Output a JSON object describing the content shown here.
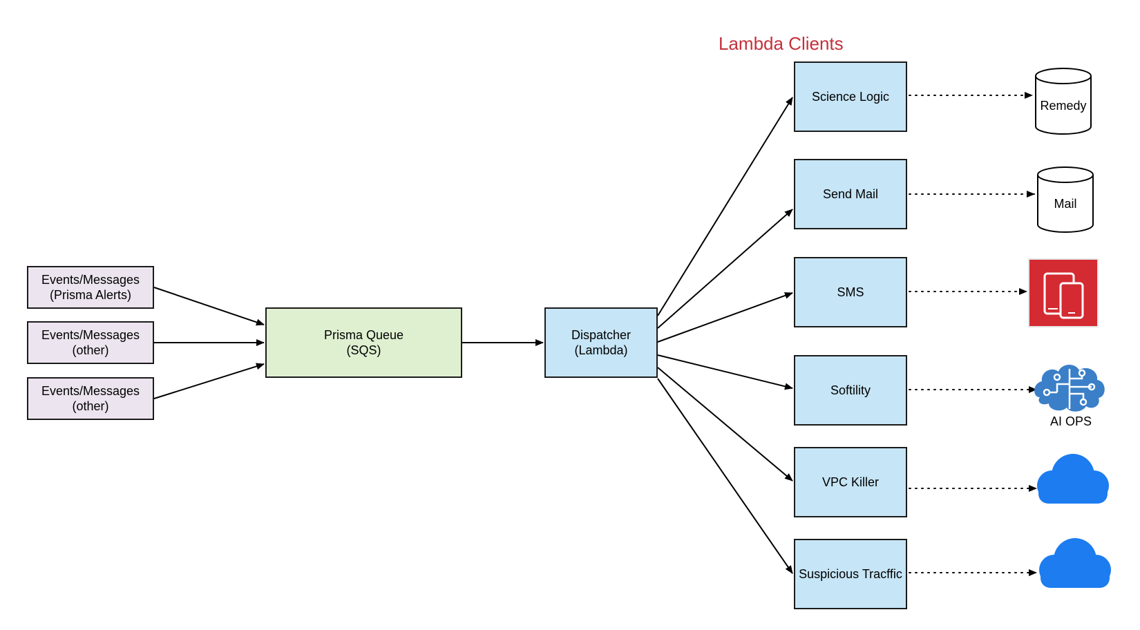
{
  "title": "Lambda Clients",
  "sources": [
    {
      "label": "Events/Messages\n(Prisma Alerts)"
    },
    {
      "label": "Events/Messages\n(other)"
    },
    {
      "label": "Events/Messages\n(other)"
    }
  ],
  "queue": {
    "label": "Prisma Queue\n(SQS)"
  },
  "dispatcher": {
    "label": "Dispatcher\n(Lambda)"
  },
  "clients": [
    {
      "label": "Science Logic"
    },
    {
      "label": "Send Mail"
    },
    {
      "label": "SMS"
    },
    {
      "label": "Softility"
    },
    {
      "label": "VPC Killer"
    },
    {
      "label": "Suspicious Tracffic"
    }
  ],
  "targets": [
    {
      "label": "Remedy",
      "icon": "database-cylinder-icon"
    },
    {
      "label": "Mail",
      "icon": "database-cylinder-icon"
    },
    {
      "label": "",
      "icon": "mobile-devices-icon",
      "color": "#d42a32"
    },
    {
      "label": "AI OPS",
      "icon": "brain-circuit-icon",
      "color": "#3a7fc8"
    },
    {
      "label": "",
      "icon": "cloud-icon",
      "color": "#1c7cf0"
    },
    {
      "label": "",
      "icon": "cloud-icon",
      "color": "#1c7cf0"
    }
  ]
}
